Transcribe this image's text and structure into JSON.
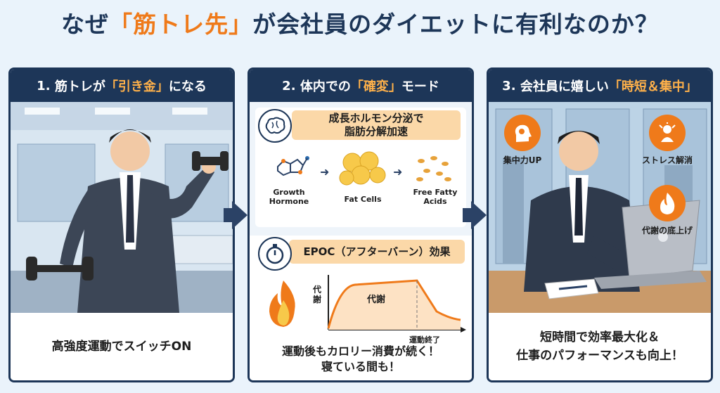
{
  "title": {
    "pre": "なぜ",
    "highlight": "「筋トレ先」",
    "post": "が会社員のダイエットに有利なのか？"
  },
  "panels": [
    {
      "num": "1.",
      "pre": "筋トレが",
      "highlight": "「引き金」",
      "post": "になる",
      "caption": "高強度運動でスイッチON"
    },
    {
      "num": "2.",
      "pre": "体内での",
      "highlight": "「確変」",
      "post": "モード",
      "hormone_title": "成長ホルモン分泌で\n脂肪分解加速",
      "hormone_title_l1": "成長ホルモン分泌で",
      "hormone_title_l2": "脂肪分解加速",
      "flow": [
        "Growth\nHormone",
        "Fat Cells",
        "Free Fatty\nAcids"
      ],
      "flow_gh_l1": "Growth",
      "flow_gh_l2": "Hormone",
      "flow_fc": "Fat Cells",
      "flow_ffa_l1": "Free Fatty",
      "flow_ffa_l2": "Acids",
      "epoc_title": "EPOC（アフターバーン）効果",
      "graph_y": "代謝",
      "graph_label": "代謝",
      "graph_x": "運動終了",
      "caption_l1": "運動後もカロリー消費が続く！",
      "caption_l2": "寝ている間も！"
    },
    {
      "num": "3.",
      "pre": "会社員に嬉しい",
      "highlight": "「時短＆集中」",
      "post": "",
      "badges": [
        "集中力UP",
        "ストレス解消",
        "代謝の底上げ"
      ],
      "caption_l1": "短時間で効率最大化＆",
      "caption_l2": "仕事のパフォーマンスも向上！"
    }
  ],
  "colors": {
    "navy": "#1d3658",
    "orange": "#ef7a1a",
    "peach": "#fbd8a8"
  }
}
